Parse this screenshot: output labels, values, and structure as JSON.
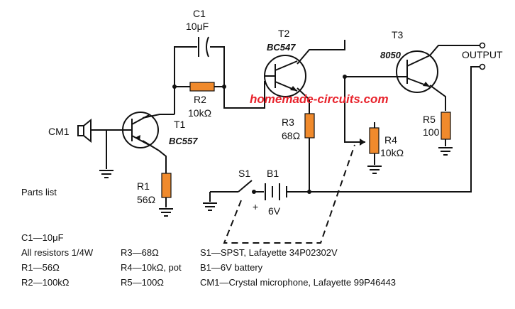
{
  "colors": {
    "resistor": "#f08a2c",
    "watermark": "#e8232c",
    "ink": "#111111"
  },
  "labels": {
    "c1": "C1",
    "c1_value": "10μF",
    "t2": "T2",
    "t2_part": "BC547",
    "t3": "T3",
    "t3_part": "8050",
    "output": "OUTPUT",
    "r2": "R2",
    "r2_value": "10kΩ",
    "cm1": "CM1",
    "t1": "T1",
    "t1_part": "BC557",
    "r3": "R3",
    "r3_value": "68Ω",
    "r4": "R4",
    "r4_value": "10kΩ",
    "r5": "R5",
    "r5_value": "100",
    "s1": "S1",
    "b1": "B1",
    "b1_value": "6V",
    "plus": "+",
    "r1": "R1",
    "r1_value": "56Ω"
  },
  "watermark": "homemade-circuits.com",
  "parts_list": {
    "heading": "Parts list",
    "col1": [
      "C1—10μF",
      "All resistors 1/4W",
      "R1—56Ω",
      "R2—100kΩ"
    ],
    "col2": [
      "R3—68Ω",
      "R4—10kΩ, pot",
      "R5—100Ω"
    ],
    "col3": [
      "S1—SPST, Lafayette 34P02302V",
      "B1—6V battery",
      "CM1—Crystal microphone, Lafayette 99P46443"
    ]
  }
}
